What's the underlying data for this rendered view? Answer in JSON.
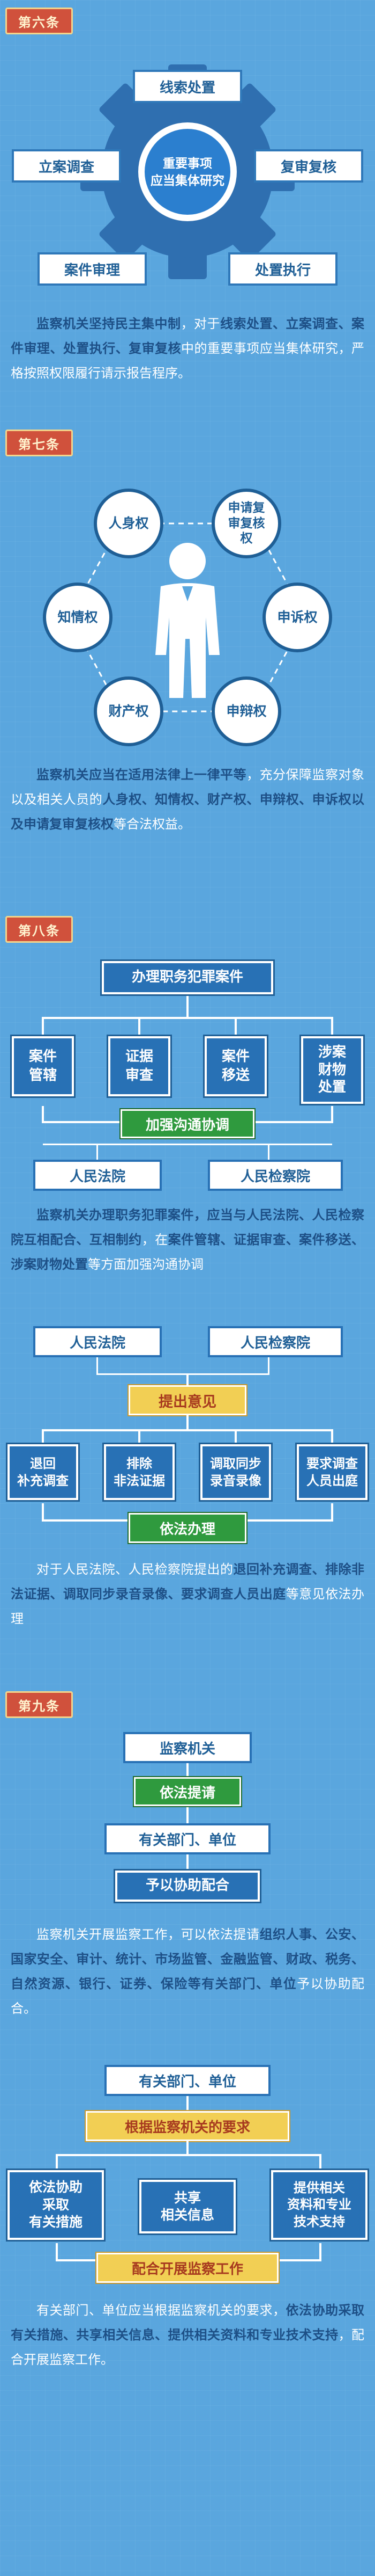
{
  "sections": {
    "s6": {
      "tag": "第六条",
      "gear_center": "重要事项\n应当集体研究",
      "items": [
        "线索处置",
        "立案调查",
        "复审复核",
        "案件审理",
        "处置执行"
      ],
      "para": [
        {
          "t": "监察机关坚持民主集中制",
          "b": true
        },
        {
          "t": "，对于",
          "b": false
        },
        {
          "t": "线索处置、立案调查、案件审理、处置执行、复审复核",
          "b": true
        },
        {
          "t": "中的重要事项应当集体研究，严格按照权限履行请示报告程序。",
          "b": false
        }
      ]
    },
    "s7": {
      "tag": "第七条",
      "rights": [
        "人身权",
        "申请复审复核权",
        "知情权",
        "申诉权",
        "财产权",
        "申辩权"
      ],
      "para": [
        {
          "t": "监察机关应当在适用法律上一律平等",
          "b": true
        },
        {
          "t": "，充分保障监察对象以及相关人员的",
          "b": false
        },
        {
          "t": "人身权、知情权、财产权、申辩权、申诉权以及申请复审复核权",
          "b": true
        },
        {
          "t": "等合法权益。",
          "b": false
        }
      ]
    },
    "s8": {
      "tag": "第八条",
      "diagram1": {
        "top": "办理职务犯罪案件",
        "items": [
          "案件\n管辖",
          "证据\n审查",
          "案件\n移送",
          "涉案\n财物\n处置"
        ],
        "coord": "加强沟通协调",
        "courts": [
          "人民法院",
          "人民检察院"
        ]
      },
      "para1": [
        {
          "t": "监察机关办理职务犯罪案件，应当与人民法院、人民检察院互相配合、互相制约",
          "b": true
        },
        {
          "t": "，在",
          "b": false
        },
        {
          "t": "案件管辖、证据审查、案件移送、涉案财物处置",
          "b": true
        },
        {
          "t": "等方面加强沟通协调",
          "b": false
        }
      ],
      "diagram2": {
        "courts": [
          "人民法院",
          "人民检察院"
        ],
        "suggest": "提出意见",
        "items": [
          "退回\n补充调查",
          "排除\n非法证据",
          "调取同步\n录音录像",
          "要求调查\n人员出庭"
        ],
        "result": "依法办理"
      },
      "para2": [
        {
          "t": "对于人民法院、人民检察院提出的",
          "b": false
        },
        {
          "t": "退回补充调查、排除非法证据、调取同步录音录像、要求调查人员出庭",
          "b": true
        },
        {
          "t": "等意见依法办理",
          "b": false
        }
      ]
    },
    "s9": {
      "tag": "第九条",
      "flow1": [
        "监察机关",
        "依法提请",
        "有关部门、单位",
        "予以协助配合"
      ],
      "para1": [
        {
          "t": "监察机关开展监察工作，可以依法提请",
          "b": false
        },
        {
          "t": "组织人事、公安、国家安全、审计、统计、市场监管、金融监管、财政、税务、自然资源、银行、证券、保险等有关部门、单位",
          "b": true
        },
        {
          "t": "予以协助配合。",
          "b": false
        }
      ],
      "flow2": {
        "top": "有关部门、单位",
        "basis": "根据监察机关的要求",
        "items": [
          "依法协助\n采取\n有关措施",
          "共享\n相关信息",
          "提供相关\n资料和专业\n技术支持"
        ],
        "result": "配合开展监察工作"
      },
      "para2": [
        {
          "t": "有关部门、单位应当根据监察机关的要求，",
          "b": false
        },
        {
          "t": "依法协助采取有关措施、共享相关信息、提供相关资料和专业技术支持",
          "b": true
        },
        {
          "t": "，配合开展监察工作。",
          "b": false
        }
      ]
    }
  },
  "colors": {
    "background": "#5aa6de",
    "dark_blue": "#2871b5",
    "bold_text": "#1d4f86",
    "green": "#2f9a3e",
    "yellow": "#f2cf54",
    "tag_red": "#d0513c"
  }
}
